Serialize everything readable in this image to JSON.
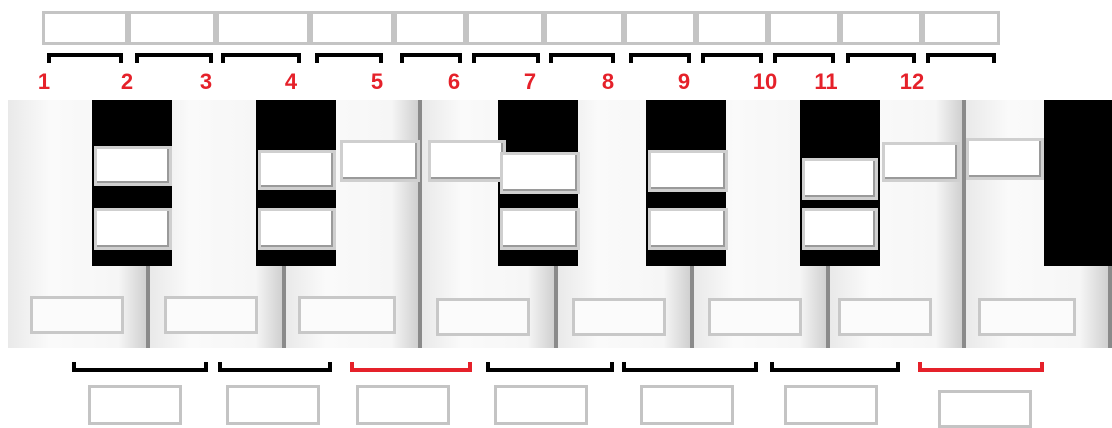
{
  "labels": [
    "1",
    "2",
    "3",
    "4",
    "5",
    "6",
    "7",
    "8",
    "9",
    "10",
    "11",
    "12"
  ],
  "colors": {
    "label": "#e5212a",
    "bracket_default": "#000000",
    "bracket_highlight": "#e5212a",
    "box_border": "#c4c4c4",
    "black_key": "#000000"
  },
  "top_box_count": 12,
  "bottom_box_count": 7,
  "bottom_brackets": [
    "black",
    "black",
    "red",
    "black",
    "black",
    "black",
    "red"
  ]
}
